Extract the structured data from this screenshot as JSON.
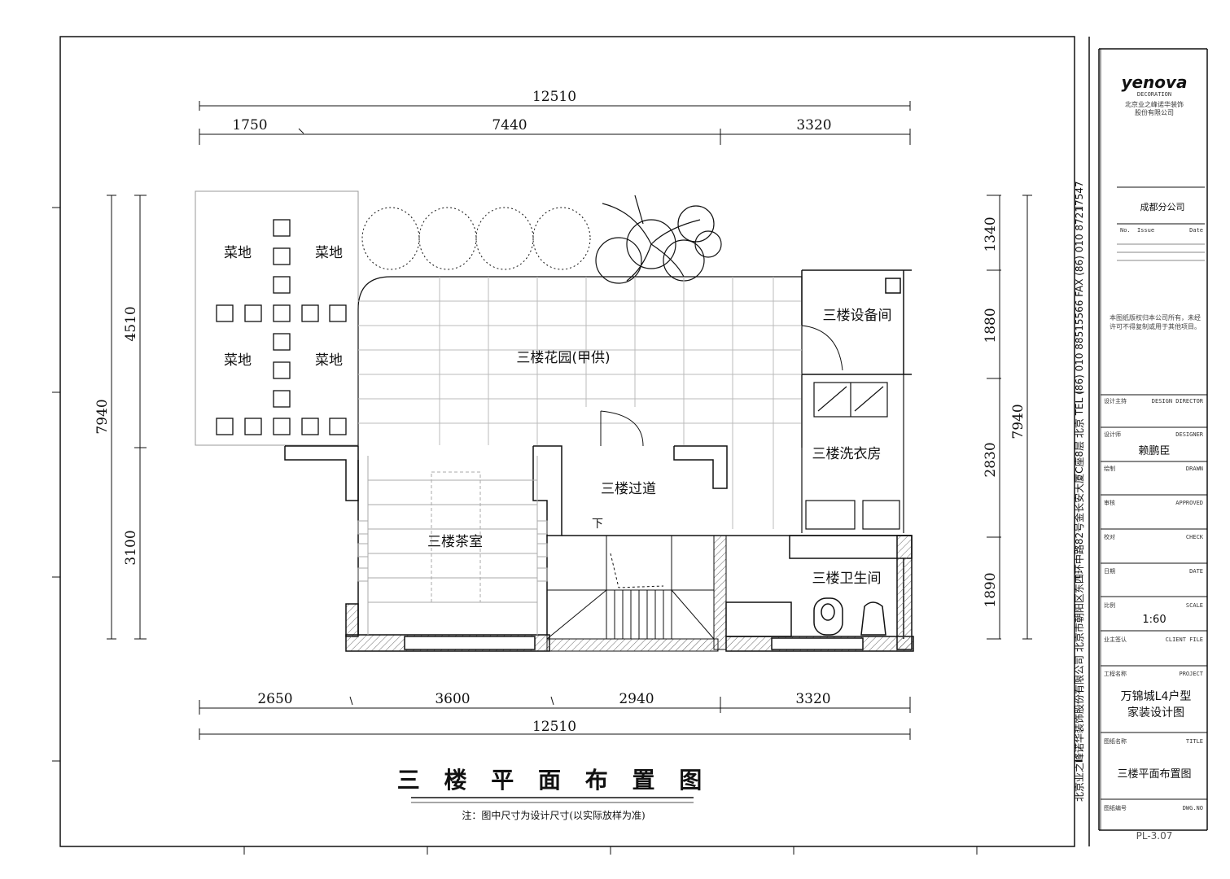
{
  "dimensions": {
    "top_total": "12510",
    "top_segments": [
      "1750",
      "7440",
      "3320"
    ],
    "bottom_segments": [
      "2650",
      "3600",
      "2940",
      "3320"
    ],
    "bottom_total": "12510",
    "left_total": "7940",
    "left_segments": [
      "4510",
      "3100"
    ],
    "right_total": "7940",
    "right_segments": [
      "1340",
      "1880",
      "2830",
      "1890"
    ]
  },
  "rooms": {
    "veg1": "菜地",
    "veg2": "菜地",
    "veg3": "菜地",
    "veg4": "菜地",
    "garden": "三楼花园(甲供)",
    "equipment": "三楼设备间",
    "laundry": "三楼洗衣房",
    "corridor": "三楼过道",
    "down": "下",
    "tearoom": "三楼茶室",
    "bathroom": "三楼卫生间"
  },
  "drawing_title": "三 楼 平 面 布 置 图",
  "drawing_note": "注：图中尺寸为设计尺寸(以实际放样为准)",
  "side_text": "北京业之峰诺华装饰股份有限公司  北京市朝阳区东四环中路82号金长安大厦C座8层  北京  TEL (86) 010 88515566  FAX (86) 010 87217547",
  "title_block": {
    "logo": "yenova",
    "logo_sub": "DECORATION",
    "company_lines": [
      "北京业之峰诺华装饰",
      "股份有限公司"
    ],
    "branch": "成都分公司",
    "no_label": "No.",
    "issue_label": "Issue",
    "date_label": "Date",
    "notice": "本图纸版权归本公司所有，未经许可不得复制或用于其他项目。",
    "design_director_label": "设计主持",
    "design_director_tag": "DESIGN DIRECTOR",
    "designer_label": "设计师",
    "designer_tag": "DESIGNER",
    "designer_name": "赖鹏臣",
    "drawn_label": "绘制",
    "drawn_tag": "DRAWN",
    "approved_label": "审核",
    "approved_tag": "APPROVED",
    "check_label": "校对",
    "check_tag": "CHECK",
    "date_row_label": "日期",
    "date_row_tag": "DATE",
    "scale_label": "比例",
    "scale_tag": "SCALE",
    "scale_value": "1:60",
    "client_label": "业主签认",
    "client_tag": "CLIENT FILE",
    "project_label": "工程名称",
    "project_tag": "PROJECT",
    "project_name_lines": [
      "万锦城L4户型",
      "家装设计图"
    ],
    "drawing_name_label": "图纸名称",
    "drawing_name_tag": "TITLE",
    "drawing_name": "三楼平面布置图",
    "dwg_no_label": "图纸编号",
    "dwg_no_tag": "DWG.NO",
    "dwg_no": "PL-3.07"
  }
}
